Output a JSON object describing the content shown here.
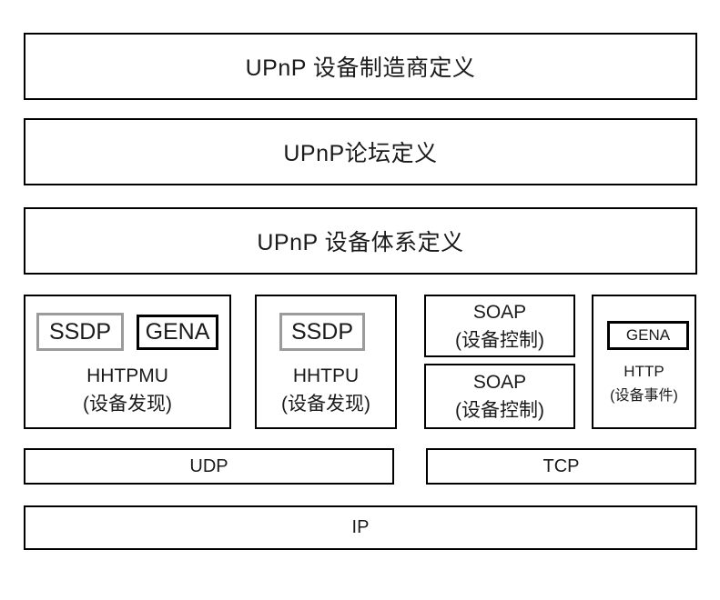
{
  "page": {
    "background": "#ffffff",
    "text_color": "#1a1a1a",
    "border_color": "#000000",
    "ssdp_border_color": "#9b9b9b"
  },
  "layers": [
    {
      "id": "vendor",
      "label": "UPnP 设备制造商定义"
    },
    {
      "id": "forum",
      "label": "UPnP论坛定义"
    },
    {
      "id": "architecture",
      "label": "UPnP 设备体系定义"
    }
  ],
  "protocols": {
    "httpmu": {
      "tags": [
        "SSDP",
        "GENA"
      ],
      "name": "HHTPMU",
      "role": "(设备发现)"
    },
    "httpu": {
      "tag": "SSDP",
      "name": "HHTPU",
      "role": "(设备发现)"
    },
    "soap_top": {
      "name": "SOAP",
      "role": "(设备控制)"
    },
    "soap_bottom": {
      "name": "SOAP",
      "role": "(设备控制)"
    },
    "http": {
      "tag": "GENA",
      "name": "HTTP",
      "role": "(设备事件)"
    }
  },
  "transport": {
    "udp": "UDP",
    "tcp": "TCP"
  },
  "network": {
    "ip": "IP"
  }
}
